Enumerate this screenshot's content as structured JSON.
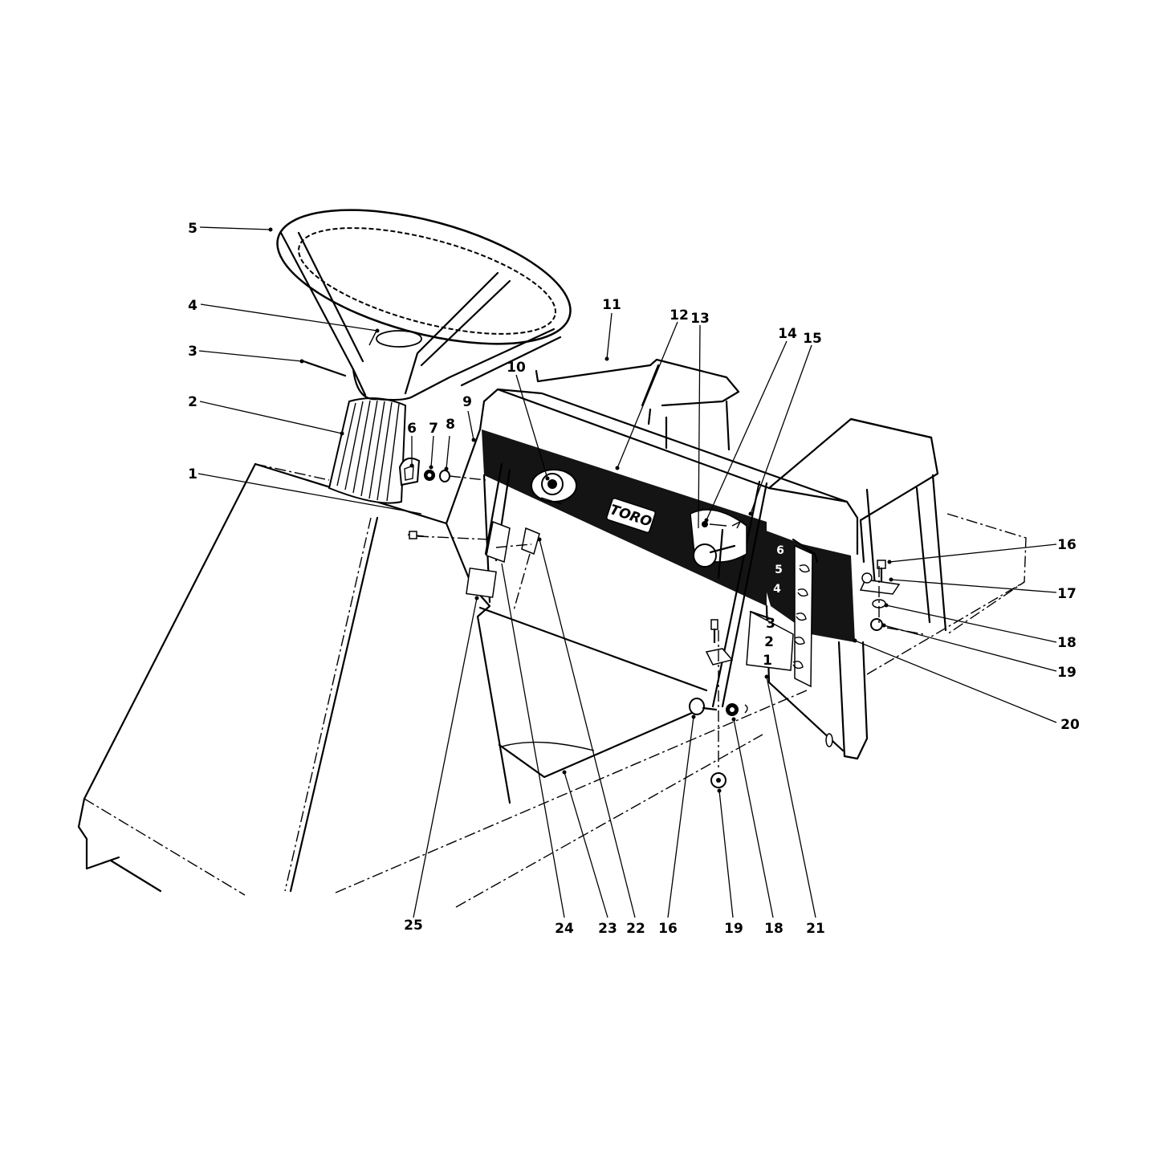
{
  "callouts": [
    {
      "id": "c1",
      "text": "1"
    },
    {
      "id": "c2",
      "text": "2"
    },
    {
      "id": "c3",
      "text": "3"
    },
    {
      "id": "c4",
      "text": "4"
    },
    {
      "id": "c5",
      "text": "5"
    },
    {
      "id": "c6",
      "text": "6"
    },
    {
      "id": "c7",
      "text": "7"
    },
    {
      "id": "c8",
      "text": "8"
    },
    {
      "id": "c9",
      "text": "9"
    },
    {
      "id": "c10",
      "text": "10"
    },
    {
      "id": "c11",
      "text": "11"
    },
    {
      "id": "c12",
      "text": "12"
    },
    {
      "id": "c13",
      "text": "13"
    },
    {
      "id": "c14",
      "text": "14"
    },
    {
      "id": "c15",
      "text": "15"
    },
    {
      "id": "c16a",
      "text": "16"
    },
    {
      "id": "c17",
      "text": "17"
    },
    {
      "id": "c18a",
      "text": "18"
    },
    {
      "id": "c19a",
      "text": "19"
    },
    {
      "id": "c20",
      "text": "20"
    },
    {
      "id": "c25",
      "text": "25"
    },
    {
      "id": "c24",
      "text": "24"
    },
    {
      "id": "c23",
      "text": "23"
    },
    {
      "id": "c22",
      "text": "22"
    },
    {
      "id": "c16b",
      "text": "16"
    },
    {
      "id": "c19b",
      "text": "19"
    },
    {
      "id": "c18b",
      "text": "18"
    },
    {
      "id": "c21",
      "text": "21"
    }
  ],
  "brand_logo": "TORO",
  "gear_labels": {
    "upper": [
      "6",
      "5",
      "4"
    ],
    "lower": [
      "3",
      "2",
      "1"
    ]
  }
}
